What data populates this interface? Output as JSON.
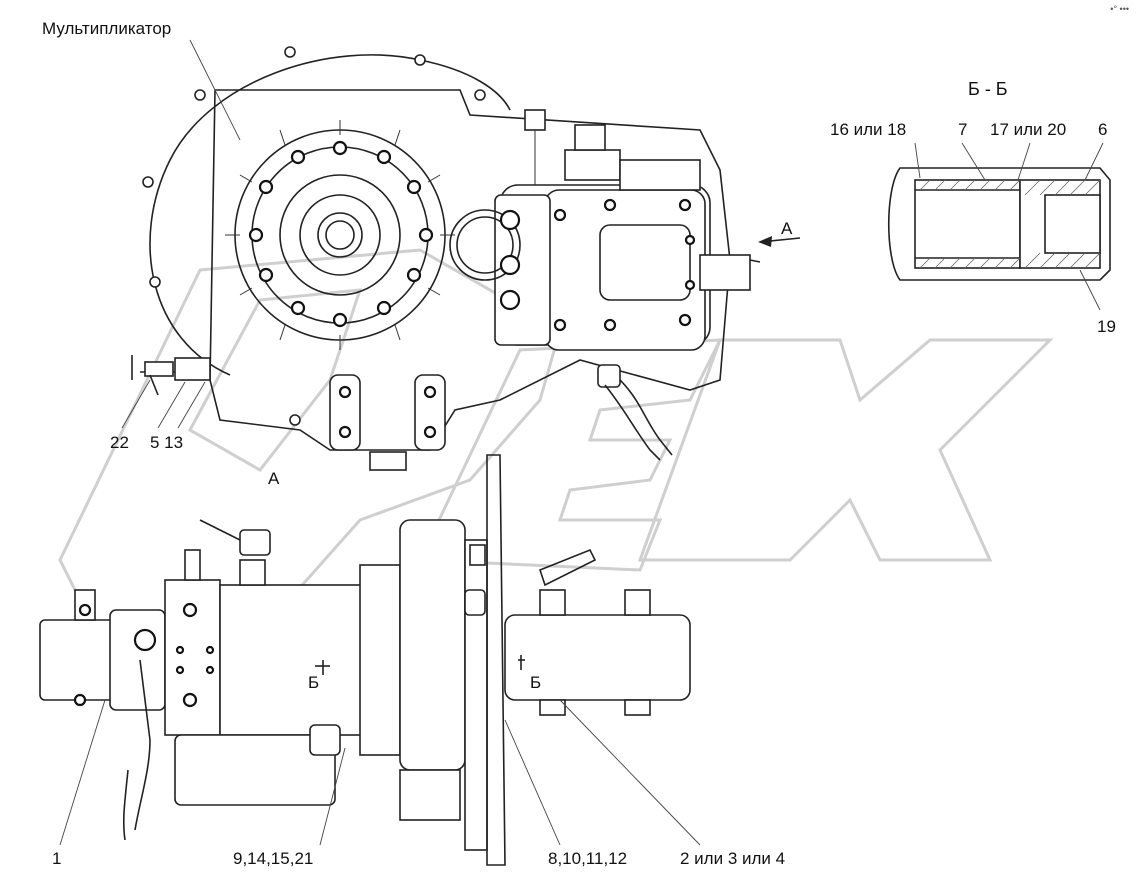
{
  "title": "Мультипликатор",
  "watermark": "OPEX",
  "corner_mark": "•° •••",
  "section_title": "Б - Б",
  "labels": {
    "l16": "16 или 18",
    "l7": "7",
    "l17": "17 или 20",
    "l6": "6",
    "l19": "19",
    "arrowA": "А",
    "viewA": "А",
    "l22": "22",
    "l5_13": "5 13",
    "cutB_left": "Б",
    "cutB_right": "Б",
    "l1": "1",
    "l9": "9,14,15,21",
    "l8": "8,10,11,12",
    "l2": "2 или 3 или 4"
  }
}
